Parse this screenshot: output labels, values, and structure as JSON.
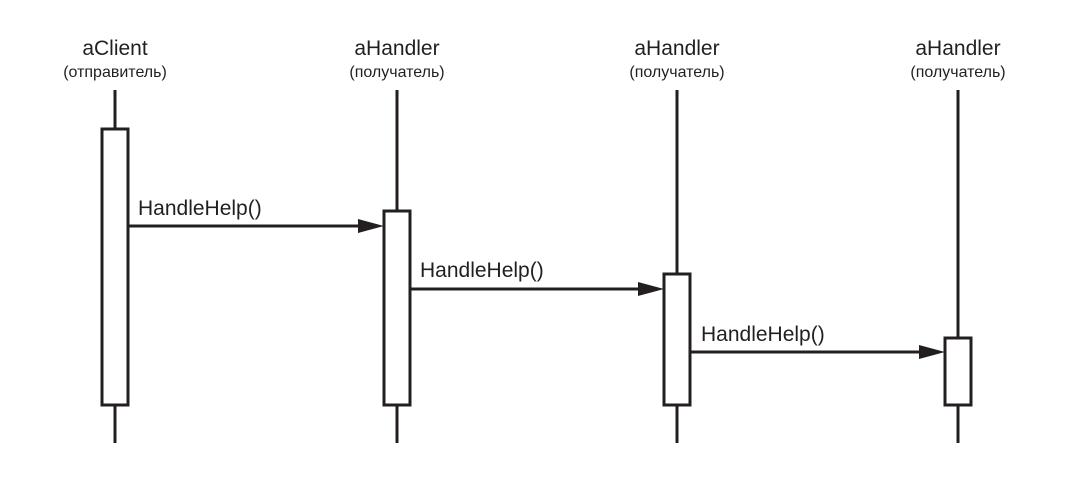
{
  "lifelines": [
    {
      "name": "aClient",
      "role": "(отправитель)"
    },
    {
      "name": "aHandler",
      "role": "(получатель)"
    },
    {
      "name": "aHandler",
      "role": "(получатель)"
    },
    {
      "name": "aHandler",
      "role": "(получатель)"
    }
  ],
  "messages": [
    {
      "label": "HandleHelp()",
      "from": 0,
      "to": 1
    },
    {
      "label": "HandleHelp()",
      "from": 1,
      "to": 2
    },
    {
      "label": "HandleHelp()",
      "from": 2,
      "to": 3
    }
  ],
  "colors": {
    "stroke": "#231f20",
    "background": "#ffffff"
  }
}
